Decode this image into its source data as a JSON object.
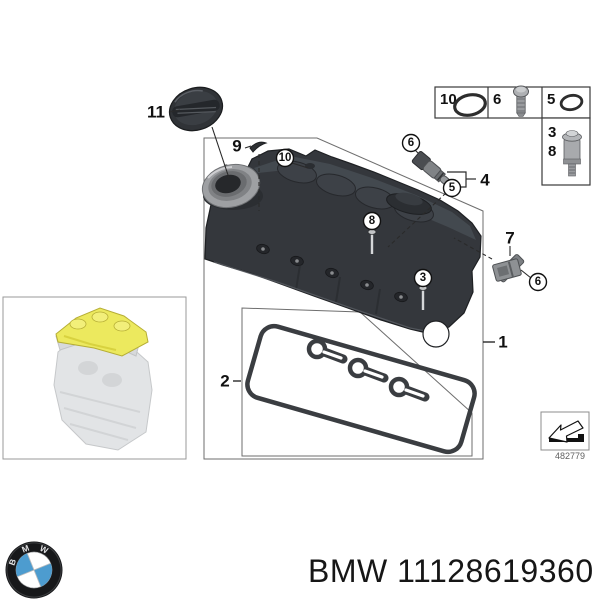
{
  "page": {
    "background": "#ffffff"
  },
  "diagram": {
    "callout_labels": {
      "n1": "1",
      "n2": "2",
      "n4": "4",
      "n7": "7",
      "n9": "9",
      "n11": "11"
    },
    "circled_callouts": {
      "c3": "3",
      "c5": "5",
      "c6_sensor": "6",
      "c6_clip": "6",
      "c8": "8",
      "c10": "10"
    },
    "parts_table": {
      "row": [
        {
          "num": "10",
          "part_icon": "o-ring-large"
        },
        {
          "num": "6",
          "part_icon": "screw-bolt"
        },
        {
          "num": "5",
          "part_icon": "o-ring-small"
        }
      ],
      "side_box": {
        "num_top": "3",
        "num_bottom": "8",
        "part_icon": "vent-valve"
      }
    },
    "ref_box": {
      "code": "482779",
      "icon": "arrow-down-left-3d"
    },
    "thumbnail": {
      "icon": "engine-with-highlighted-valve-cover",
      "highlight_color": "#ece95e"
    }
  },
  "footer": {
    "logo": {
      "letters": [
        "B",
        "M",
        "W"
      ],
      "blue": "#4d9ccf"
    },
    "caption": "BMW 11128619360"
  },
  "colors": {
    "line": "#1a1a1a",
    "frame_gray": "#6e6e6e",
    "cover_dark": "#34373c",
    "gasket": "#3a3d41",
    "engine_gray": "#e2e4e6",
    "highlight_yellow": "#ece95e"
  }
}
